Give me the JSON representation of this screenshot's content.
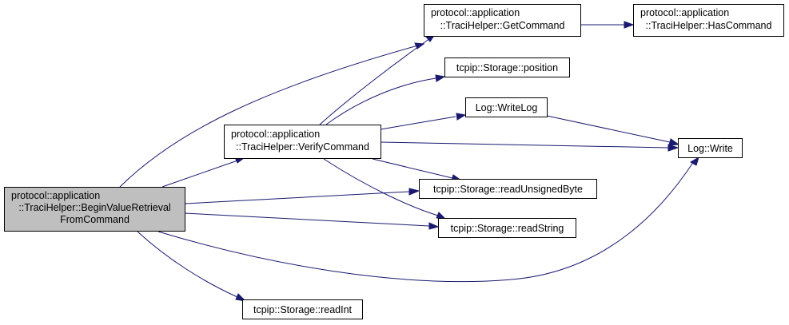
{
  "nodes": {
    "begin": [
      "protocol::application",
      "::TraciHelper::BeginValueRetrieval",
      "FromCommand"
    ],
    "verify": [
      "protocol::application",
      "::TraciHelper::VerifyCommand"
    ],
    "getcmd": [
      "protocol::application",
      "::TraciHelper::GetCommand"
    ],
    "hascmd": [
      "protocol::application",
      "::TraciHelper::HasCommand"
    ],
    "position": [
      "tcpip::Storage::position"
    ],
    "writelog": [
      "Log::WriteLog"
    ],
    "write": [
      "Log::Write"
    ],
    "readubyte": [
      "tcpip::Storage::readUnsignedByte"
    ],
    "readstring": [
      "tcpip::Storage::readString"
    ],
    "readint": [
      "tcpip::Storage::readInt"
    ]
  },
  "edges": [
    [
      "begin",
      "getcmd"
    ],
    [
      "begin",
      "verify"
    ],
    [
      "begin",
      "readubyte"
    ],
    [
      "begin",
      "readstring"
    ],
    [
      "begin",
      "write"
    ],
    [
      "begin",
      "readint"
    ],
    [
      "verify",
      "getcmd"
    ],
    [
      "verify",
      "position"
    ],
    [
      "verify",
      "writelog"
    ],
    [
      "verify",
      "write"
    ],
    [
      "verify",
      "readubyte"
    ],
    [
      "verify",
      "readstring"
    ],
    [
      "getcmd",
      "hascmd"
    ],
    [
      "writelog",
      "write"
    ]
  ]
}
